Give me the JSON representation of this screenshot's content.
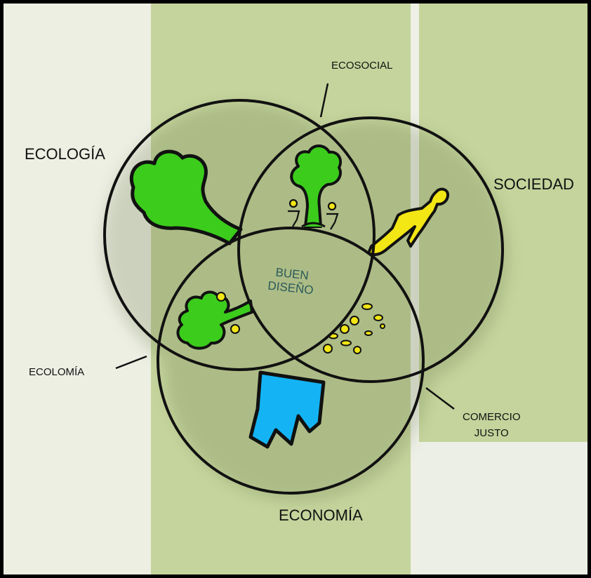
{
  "labels": {
    "ecologia": "ECOLOGÍA",
    "sociedad": "SOCIEDAD",
    "economia": "ECONOMÍA",
    "ecosocial": "ECOSOCIAL",
    "ecolomia": "ECOLOMÍA",
    "comercio_line1": "COMERCIO",
    "comercio_line2": "JUSTO",
    "center_line1": "BUEN",
    "center_line2": "DISEÑO"
  },
  "colors": {
    "background_light": "#e9ece0",
    "band_green": "#c4d49c",
    "tree_green": "#3ccc1c",
    "person_yellow": "#f2e614",
    "water_blue": "#14b4f4",
    "outline": "#111111",
    "center_text": "#2a5a5a"
  },
  "icons": [
    "tree-icon",
    "person-icon",
    "water-icon",
    "figures-icon",
    "coins-icon"
  ]
}
